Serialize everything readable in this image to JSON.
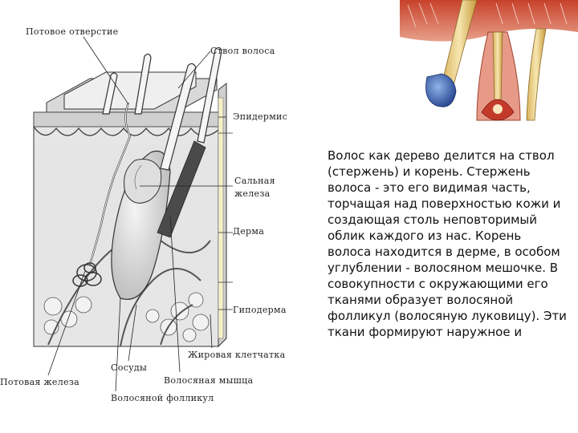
{
  "diagram": {
    "labels": {
      "sweat_pore": "Потовое отверстие",
      "hair_shaft": "Ствол волоса",
      "epidermis": "Эпидермис",
      "sebaceous_gland": [
        "Сальная",
        "железа"
      ],
      "dermis": "Дерма",
      "hypodermis": "Гиподерма",
      "fat_tissue": "Жировая клетчатка",
      "sweat_gland": "Потовая железа",
      "vessels": "Сосуды",
      "hair_muscle": "Волосяная мышца",
      "hair_follicle": "Волосяной фолликул"
    }
  },
  "text": {
    "body": "Волос как дерево делится на ствол (стержень) и корень. Стержень волоса - это его видимая часть, торчащая над поверхностью кожи и создающая столь неповторимый облик каждого из нас. Корень волоса находится в дерме, в особом углублении - волосяном мешочке. В совокупности с окружающими его тканями образует волосяной фолликул (волосяную луковицу). Эти ткани формируют наружное и"
  }
}
